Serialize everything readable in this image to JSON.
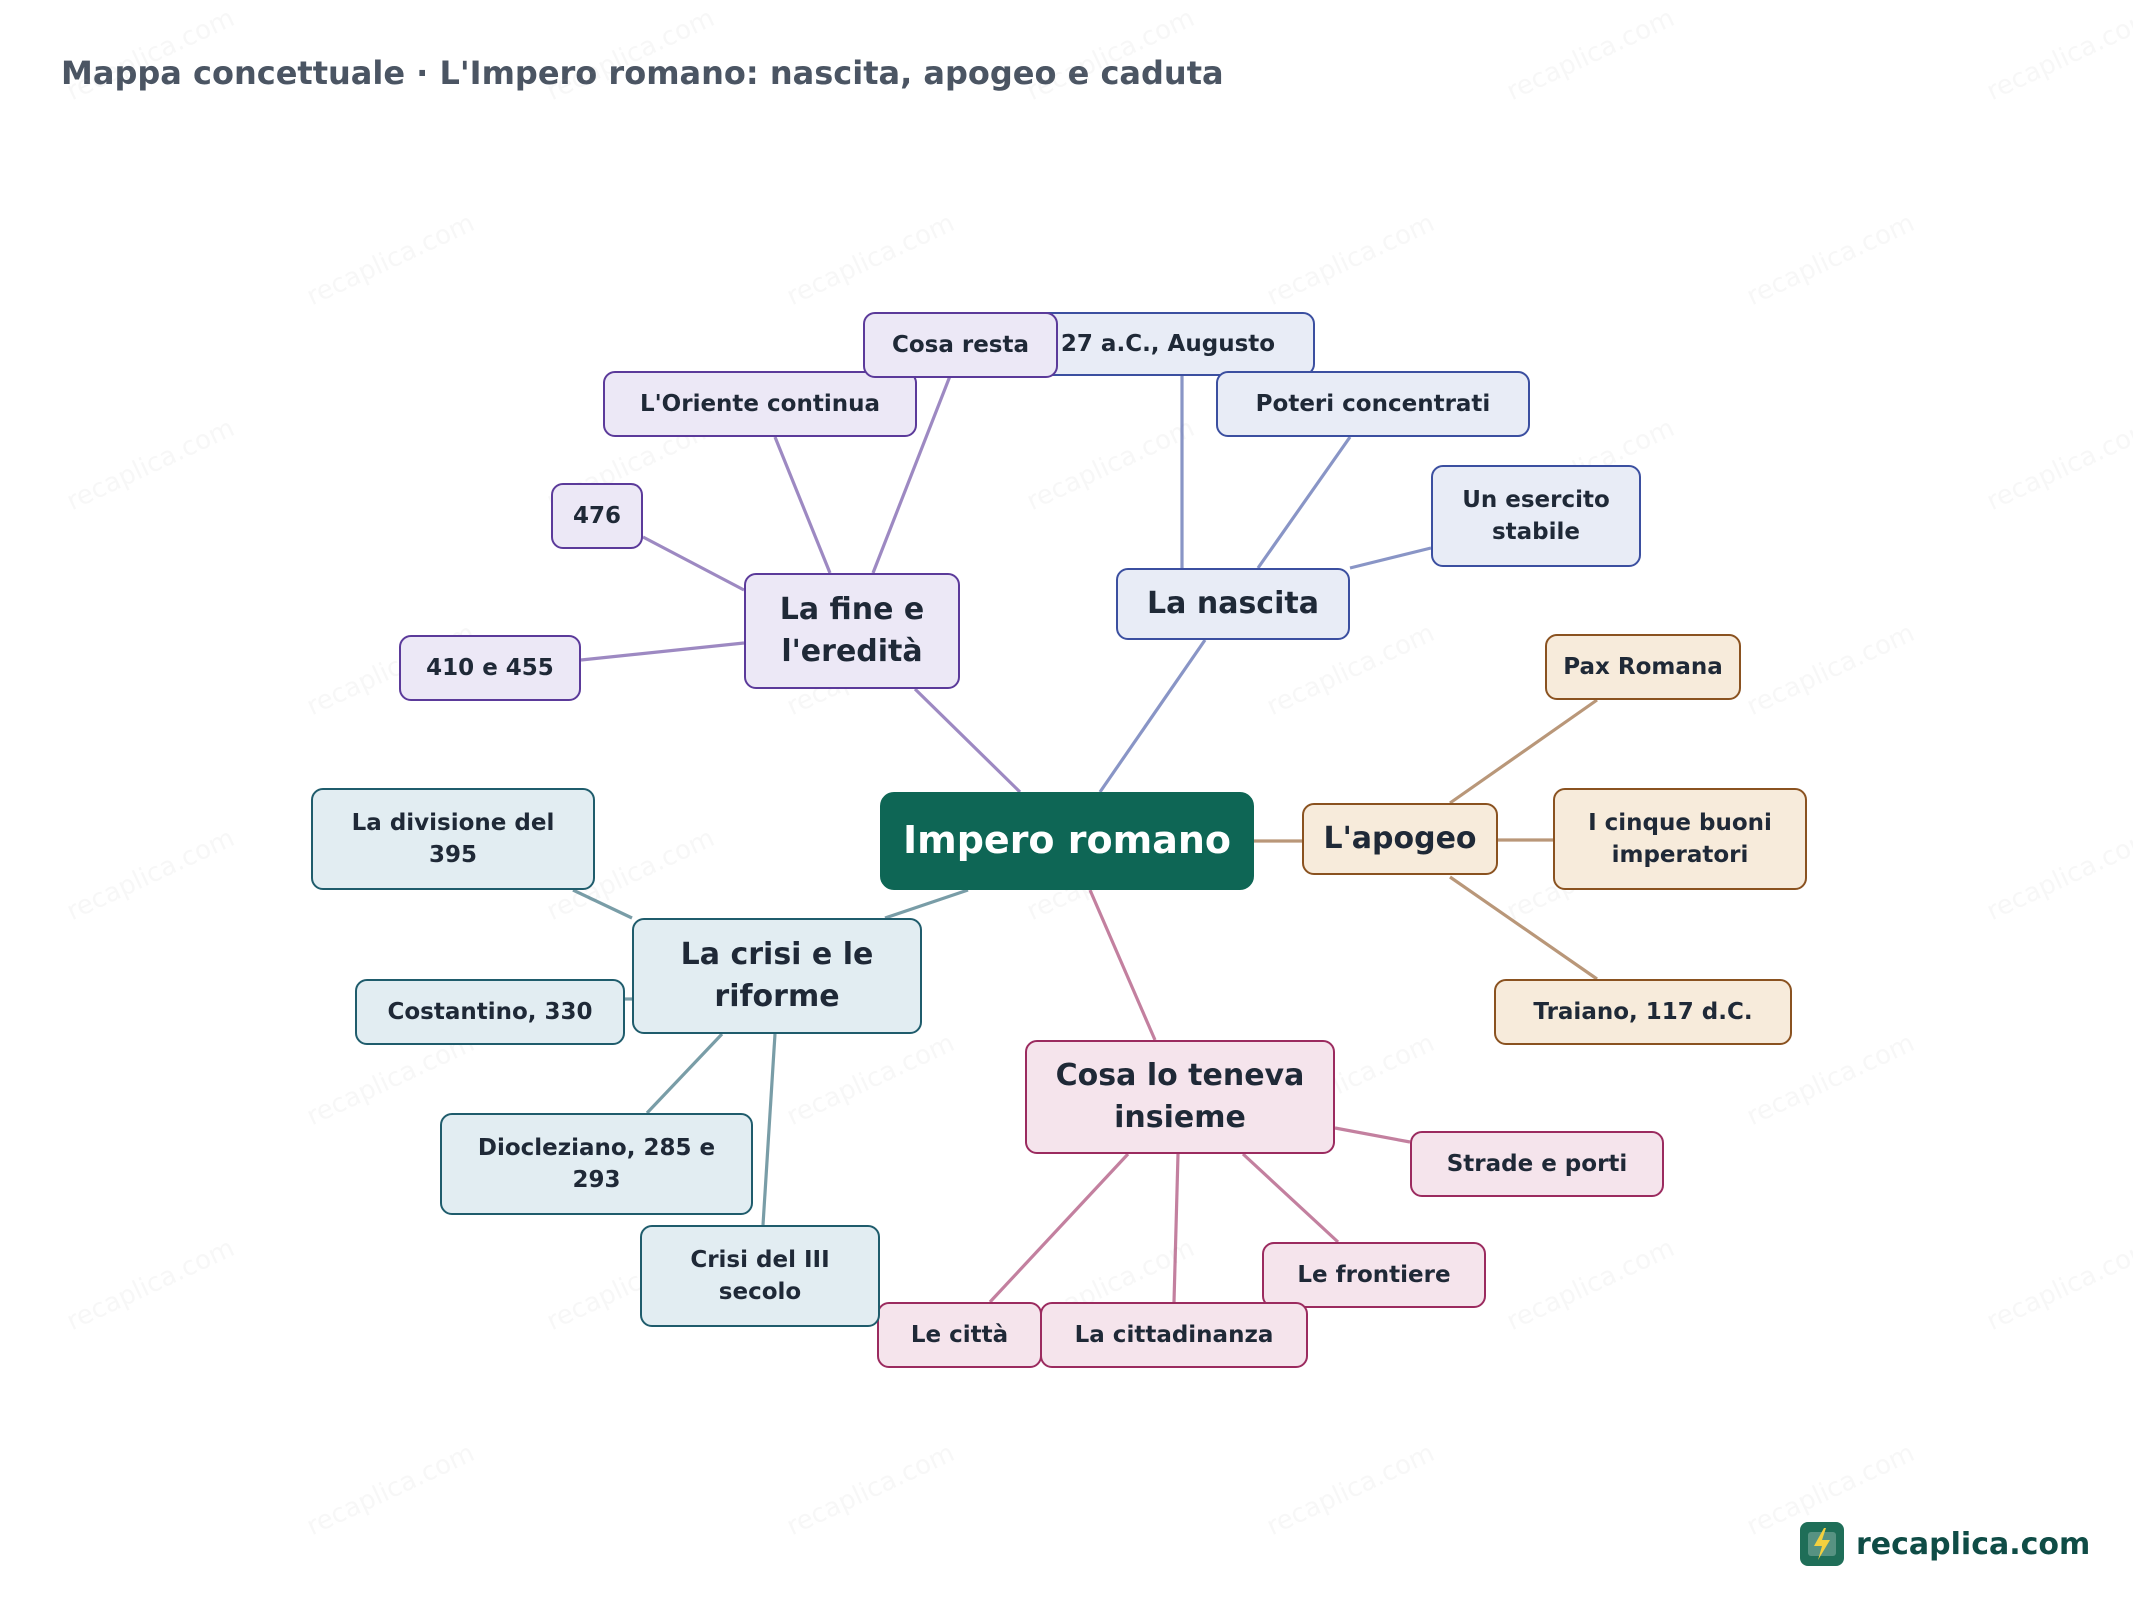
{
  "title": "Mappa concettuale · L'Impero romano: nascita, apogeo e caduta",
  "watermark": "recaplica.com",
  "logo_text": "recaplica.com",
  "colors": {
    "root": "#0e6655",
    "nascita": "#3b4fa0",
    "apogeo": "#8a5220",
    "insieme": "#9b2b5f",
    "crisi": "#1f5c6c",
    "fine": "#5b3a9a"
  },
  "root": {
    "label": "Impero romano"
  },
  "branches": [
    {
      "key": "nascita",
      "label": "La nascita",
      "children": [
        "27 a.C., Augusto",
        "Poteri concentrati",
        "Un esercito stabile"
      ]
    },
    {
      "key": "apogeo",
      "label": "L'apogeo",
      "children": [
        "Pax Romana",
        "I cinque buoni imperatori",
        "Traiano, 117 d.C."
      ]
    },
    {
      "key": "insieme",
      "label": "Cosa lo teneva insieme",
      "children": [
        "Strade e porti",
        "Le frontiere",
        "La cittadinanza",
        "Le città"
      ]
    },
    {
      "key": "crisi",
      "label": "La crisi e le riforme",
      "children": [
        "Crisi del III secolo",
        "Diocleziano, 285 e 293",
        "Costantino, 330",
        "La divisione del 395"
      ]
    },
    {
      "key": "fine",
      "label": "La fine e l'eredità",
      "children": [
        "410 e 455",
        "476",
        "L'Oriente continua",
        "Cosa resta"
      ]
    }
  ]
}
